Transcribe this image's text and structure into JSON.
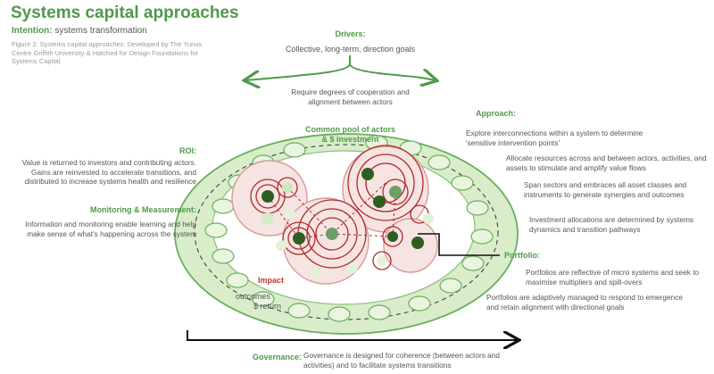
{
  "title": "Systems capital approaches",
  "intention": {
    "label": "Intention:",
    "value": "systems transformation"
  },
  "caption": "Figure 2: Systems capital approaches. Developed by The Yunus Centre Griffith University & Hatched for Design Foundations for Systems Capital",
  "drivers": {
    "label": "Drivers:",
    "text": "Collective, long-term, direction goals"
  },
  "cooperation": "Require degrees of cooperation and alignment between actors",
  "common_pool": "Common pool of actors & $ investment",
  "roi": {
    "label": "ROI:",
    "text": "Value is returned to investors and contributing actors. Gains are reinvested to accelerate transitions, and distributed to increase systems health and resilience"
  },
  "monitoring": {
    "label": "Monitoring & Measurement:",
    "text": "Information and monitoring enable learning and help make sense of what's happening across the system"
  },
  "approach": {
    "label": "Approach:",
    "items": [
      "Explore interconnections within a system to determine 'sensitive intervention points'",
      "Allocate resources across and between actors, activities, and assets to stimulate and amplify value flows",
      "Span sectors and embraces all asset classes and instruments to generate synergies and outcomes",
      "Investment allocations are determined by systems dynamics and transition pathways"
    ]
  },
  "portfolio": {
    "label": "Portfolio:",
    "items": [
      "Portfolios are reflective of micro systems and seek to maximise multipliers and spill-overs",
      "Portfolios are adaptively managed to respond to emergence and retain alignment with directional goals"
    ]
  },
  "impact": {
    "label": "Impact",
    "outcomes": "outcomes",
    "return": "$ return"
  },
  "governance": {
    "label": "Governance:",
    "text": "Governance is designed for coherence (between actors and activities) and to facilitate systems transitions"
  },
  "colors": {
    "green": "#4f9a4a",
    "light_green": "#d7ecc6",
    "red": "#c0392b",
    "dark_green": "#2f5d22",
    "black": "#111111"
  }
}
